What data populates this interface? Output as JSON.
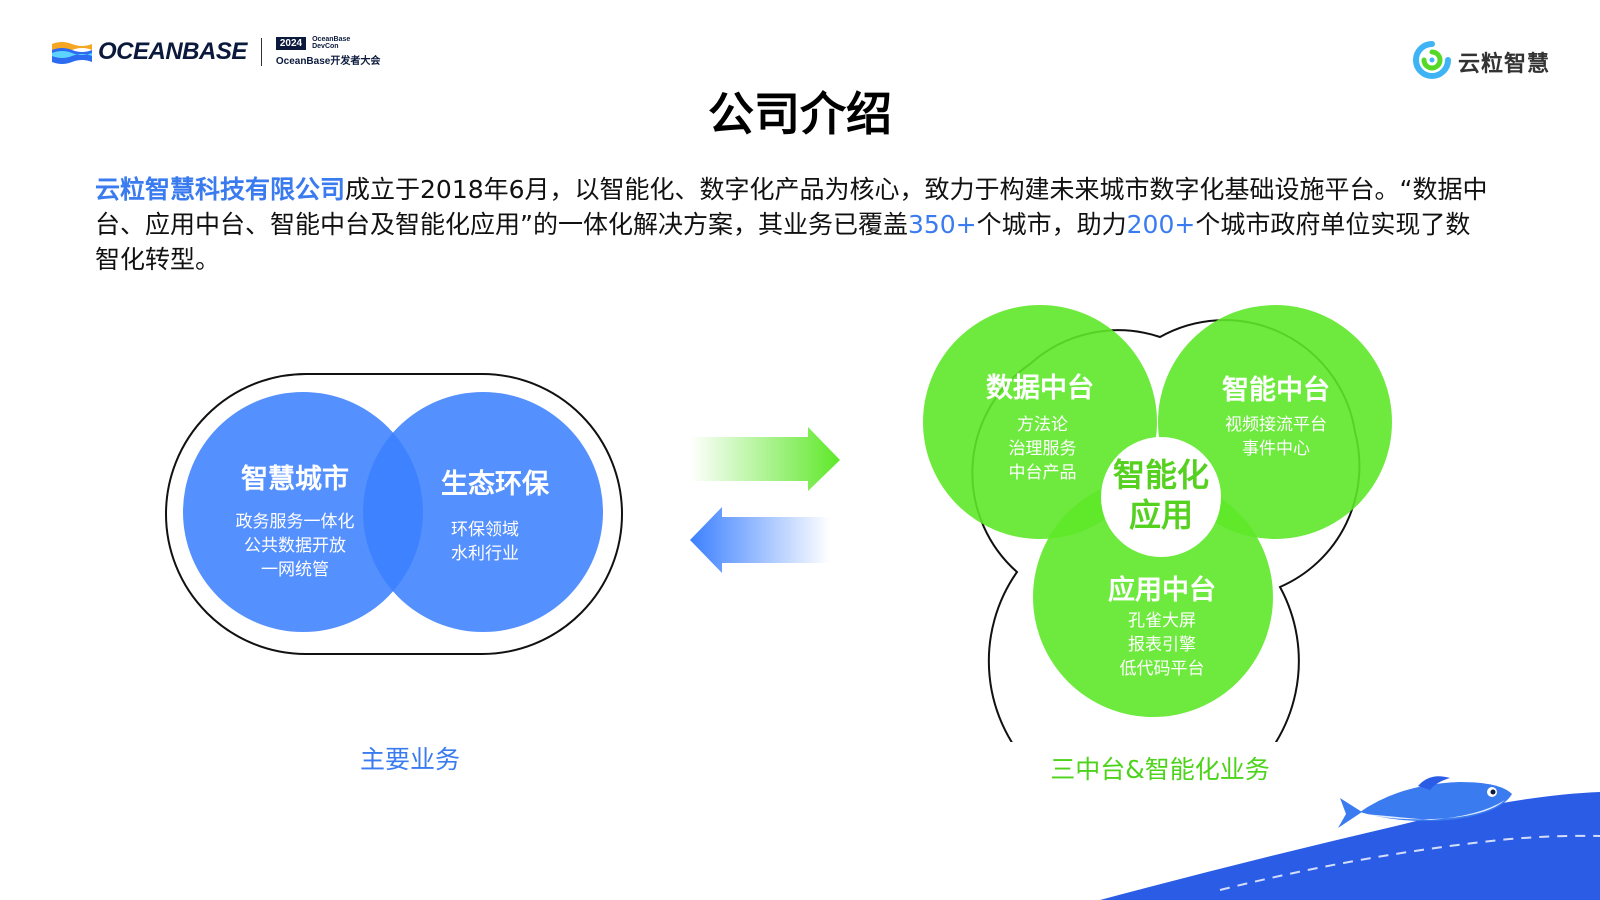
{
  "header": {
    "oceanbase_word": "OCEANBASE",
    "devcon_year": "2024",
    "devcon_small_1": "OceanBase",
    "devcon_small_2": "DevCon",
    "devcon_subtitle": "OceanBase开发者大会",
    "company_logo_text": "云粒智慧"
  },
  "title": "公司介绍",
  "intro": {
    "company_name": "云粒智慧科技有限公司",
    "text_1": "成立于2018年6月，以智能化、数字化产品为核心，致力于构建未来城市数字化基础设施平台。“数据中台、应用中台、智能中台及智能化应用”的一体化解决方案，其业务已覆盖",
    "cities_count": "350+",
    "text_2": "个城市，助力",
    "gov_count": "200+",
    "text_3": "个城市政府单位实现了数智化转型。"
  },
  "main_business": {
    "caption": "主要业务",
    "circles": [
      {
        "title": "智慧城市",
        "lines": [
          "政务服务一体化",
          "公共数据开放",
          "一网统管"
        ]
      },
      {
        "title": "生态环保",
        "lines": [
          "环保领域",
          "水利行业"
        ]
      }
    ]
  },
  "platform_business": {
    "caption": "三中台&智能化业务",
    "center": {
      "line1": "智能化",
      "line2": "应用"
    },
    "circles": [
      {
        "title": "数据中台",
        "lines": [
          "方法论",
          "治理服务",
          "中台产品"
        ]
      },
      {
        "title": "智能中台",
        "lines": [
          "视频接流平台",
          "事件中心"
        ]
      },
      {
        "title": "应用中台",
        "lines": [
          "孔雀大屏",
          "报表引擎",
          "低代码平台"
        ]
      }
    ]
  },
  "colors": {
    "blue_accent": "#3a7bf0",
    "circle_blue": "#3c80ff",
    "circle_green": "#5ee829",
    "green_text": "#4cd31a",
    "wave_blue": "#2b5ce6"
  }
}
